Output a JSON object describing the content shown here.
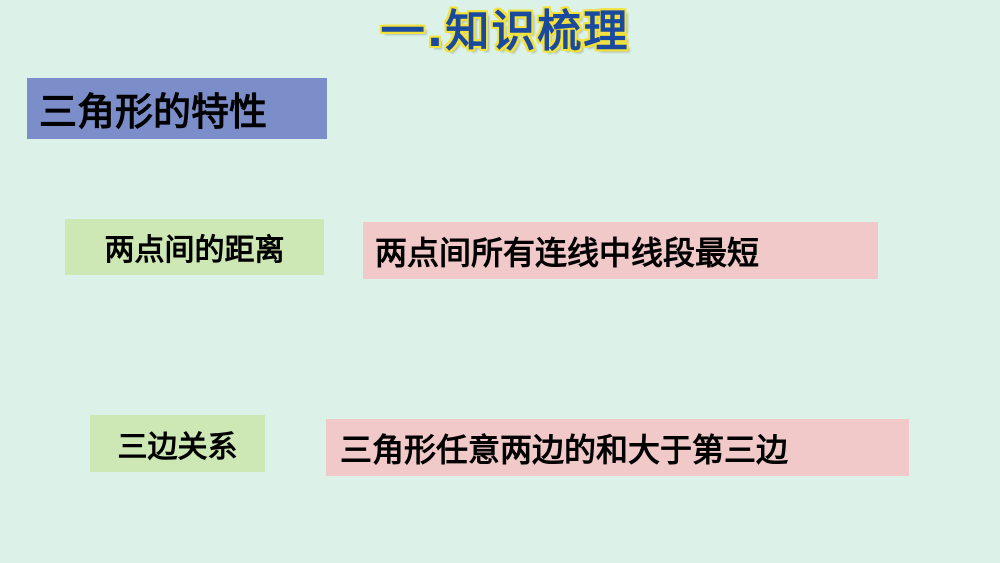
{
  "slide": {
    "title": "一.知识梳理",
    "section_heading": "三角形的特性",
    "items": [
      {
        "label": "两点间的距离",
        "description": "两点间所有连线中线段最短"
      },
      {
        "label": "三边关系",
        "description": "三角形任意两边的和大于第三边"
      }
    ]
  },
  "colors": {
    "background": "#dcf2e8",
    "title_text": "#1a4aa0",
    "title_outline": "#f2e23a",
    "section_box": "#7c8ec9",
    "label_box": "#cde8b5",
    "description_box": "#f1c9c9"
  }
}
